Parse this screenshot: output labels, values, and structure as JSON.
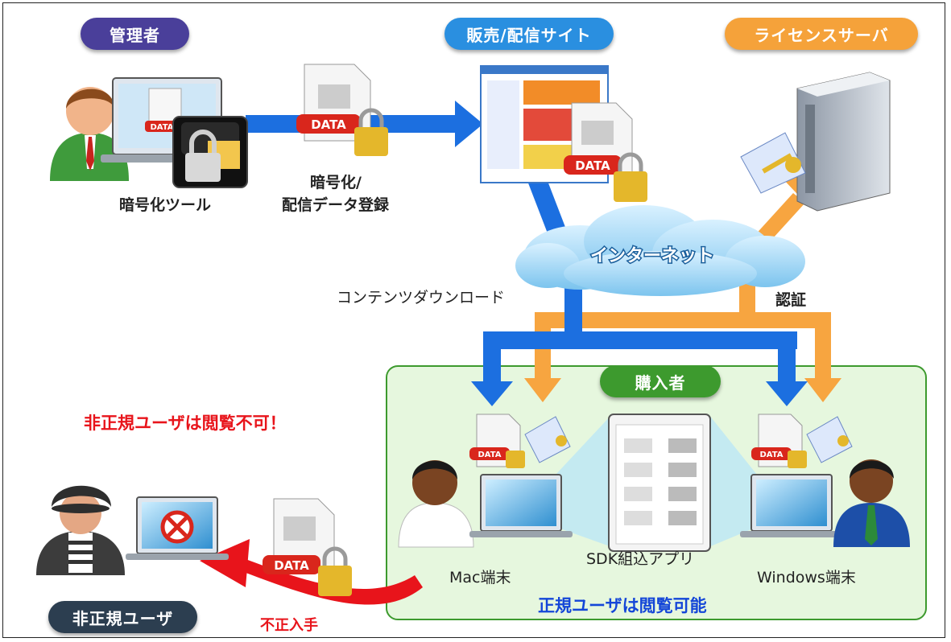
{
  "roles": {
    "admin": "管理者",
    "site": "販売/配信サイト",
    "license_server": "ライセンスサーバ",
    "purchaser": "購入者",
    "unauthorized": "非正規ユーザ"
  },
  "labels": {
    "encryption_tool": "暗号化ツール",
    "register_line1": "暗号化/",
    "register_line2": "配信データ登録",
    "internet": "インターネット",
    "content_download": "コンテンツダウンロード",
    "authentication": "認証",
    "mac": "Mac端末",
    "sdk_app": "SDK組込アプリ",
    "windows": "Windows端末",
    "unauthorized_cannot_view": "非正規ユーザは閲覧不可！",
    "authorized_can_view": "正規ユーザは閲覧可能",
    "illegal_obtain": "不正入手",
    "data_tag": "DATA"
  },
  "colors": {
    "admin_pill": "#4a3f9a",
    "site_pill": "#2a8fe0",
    "license_pill": "#f5a23a",
    "purchaser_pill": "#3d9a2e",
    "unauth_pill": "#2c3e50",
    "blue_arrow": "#1c6fe0",
    "orange_arrow": "#f7a540",
    "red_arrow": "#e8141b",
    "purchaser_zone": "#e6f7de"
  }
}
